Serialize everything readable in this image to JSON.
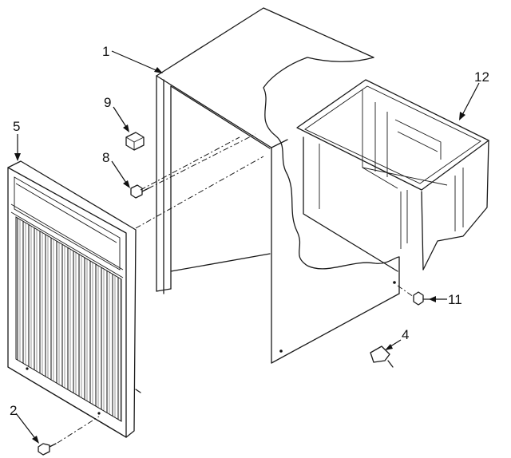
{
  "callouts": [
    {
      "id": "1",
      "label": "1"
    },
    {
      "id": "2",
      "label": "2"
    },
    {
      "id": "4",
      "label": "4"
    },
    {
      "id": "5",
      "label": "5"
    },
    {
      "id": "8",
      "label": "8"
    },
    {
      "id": "9",
      "label": "9"
    },
    {
      "id": "11",
      "label": "11"
    },
    {
      "id": "12",
      "label": "12"
    }
  ]
}
